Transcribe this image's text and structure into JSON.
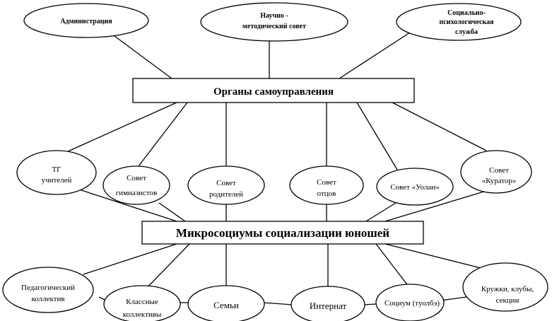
{
  "top_nodes": {
    "administration": "Администрация",
    "scientific_council": [
      "Научно -",
      "методический совет"
    ],
    "social_service": [
      "Социально-",
      "психологическая",
      "служба"
    ]
  },
  "self_government": "Органы самоуправления",
  "middle_nodes": {
    "teachers_group": [
      "ТГ",
      "учителей"
    ],
    "students_council": [
      "Совет",
      "гимназистов"
    ],
    "parents_council": [
      "Совет",
      "родителей"
    ],
    "fathers_council": [
      "Совет",
      "отцов"
    ],
    "uolan_council": "Совет «Уолан»",
    "curator_council": [
      "Совет",
      "«Куратор»"
    ]
  },
  "microsocium": "Микросоциумы социализации юношей",
  "bottom_nodes": {
    "pedagogical_team": [
      "Педагогический",
      "коллектив"
    ],
    "class_teams": [
      "Классные",
      "коллективы"
    ],
    "families": "Семьи",
    "boarding": "Интернат",
    "socium": "Социум (туолбэ)",
    "clubs": [
      "Кружки, клубы,",
      "секции"
    ]
  }
}
